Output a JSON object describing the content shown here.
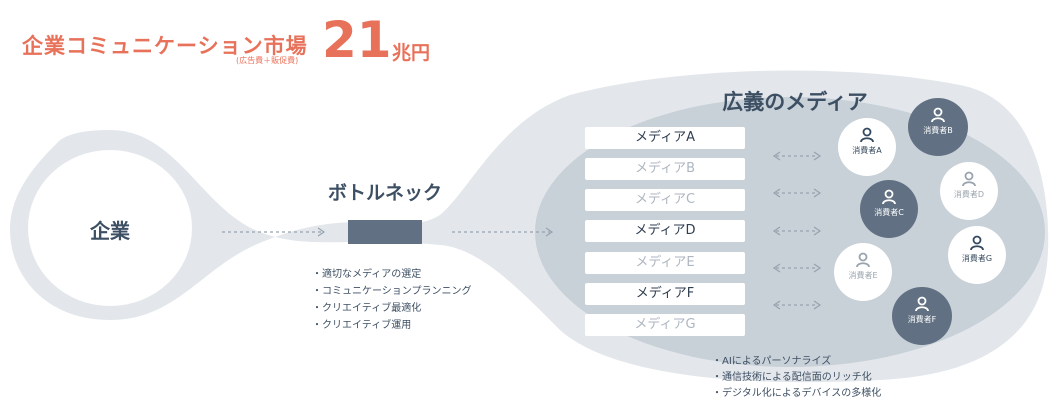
{
  "header": {
    "market_title": "企業コミュニケーション市場",
    "market_subtitle": "(広告費＋販促費)",
    "market_value": "21",
    "market_unit": "兆円"
  },
  "company": {
    "label": "企業"
  },
  "bottleneck": {
    "label": "ボトルネック",
    "items": [
      "適切なメディアの選定",
      "コミュニケーションプランニング",
      "クリエイティブ最適化",
      "クリエイティブ運用"
    ]
  },
  "media": {
    "title": "広義のメディア",
    "items": [
      {
        "label": "メディアA",
        "emphasis": "strong"
      },
      {
        "label": "メディアB",
        "emphasis": "weak"
      },
      {
        "label": "メディアC",
        "emphasis": "weak"
      },
      {
        "label": "メディアD",
        "emphasis": "strong"
      },
      {
        "label": "メディアE",
        "emphasis": "weak"
      },
      {
        "label": "メディアF",
        "emphasis": "strong"
      },
      {
        "label": "メディアG",
        "emphasis": "weak"
      }
    ],
    "notes": [
      "AIによるパーソナライズ",
      "通信技術による配信面のリッチ化",
      "デジタル化によるデバイスの多様化"
    ]
  },
  "consumers": [
    {
      "label": "消費者A",
      "style": "light"
    },
    {
      "label": "消費者B",
      "style": "dark"
    },
    {
      "label": "消費者C",
      "style": "dark"
    },
    {
      "label": "消費者D",
      "style": "light-faded"
    },
    {
      "label": "消費者E",
      "style": "light-faded"
    },
    {
      "label": "消費者G",
      "style": "light"
    },
    {
      "label": "消費者F",
      "style": "dark"
    }
  ],
  "colors": {
    "accent": "#e8715a",
    "shape_fill": "#e3e7eb",
    "inner_fill": "#c8d0d8",
    "bottleneck_block": "#617183",
    "consumer_dark": "#617183",
    "arrow": "#98a3ae"
  }
}
